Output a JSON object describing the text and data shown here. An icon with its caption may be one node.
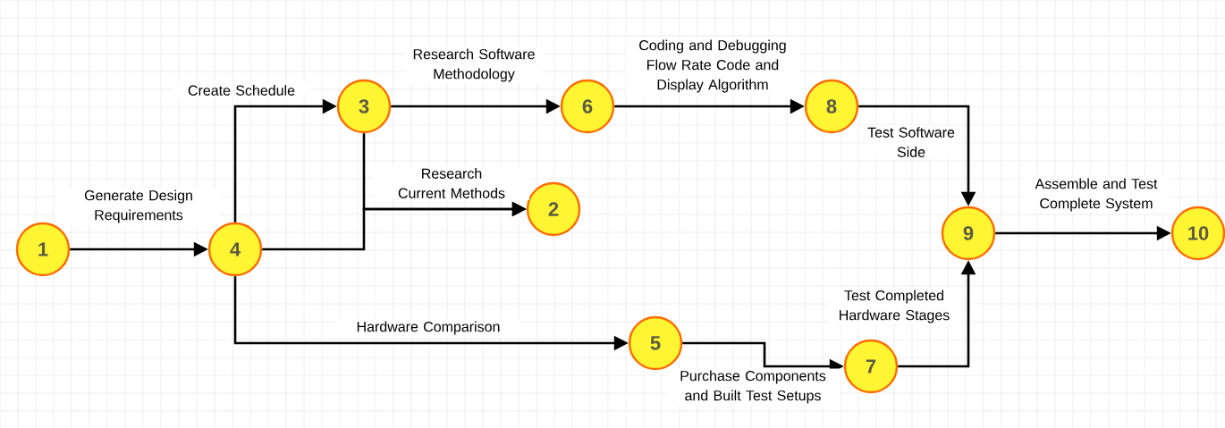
{
  "diagram": {
    "nodes": [
      {
        "text": [
          "1"
        ]
      },
      {
        "text": [
          "2"
        ]
      },
      {
        "text": [
          "3"
        ]
      },
      {
        "text": [
          "4"
        ]
      },
      {
        "text": [
          "5"
        ]
      },
      {
        "text": [
          "6"
        ]
      },
      {
        "text": [
          "7"
        ]
      },
      {
        "text": [
          "8"
        ]
      },
      {
        "text": [
          "9"
        ]
      },
      {
        "text": [
          "10"
        ]
      }
    ],
    "edges": [
      {
        "from": 0,
        "to": 3,
        "arrow": "to",
        "label": "Generate Design Requirements"
      },
      {
        "from": 3,
        "to": 2,
        "arrow": "to",
        "label": "Create Schedule"
      },
      {
        "from": 3,
        "to": 1,
        "arrow": "to",
        "label": "Research Current Methods"
      },
      {
        "from": 2,
        "to": 1,
        "arrow": "to"
      },
      {
        "from": 2,
        "to": 5,
        "arrow": "to",
        "label": "Research Software Methodology"
      },
      {
        "from": 5,
        "to": 7,
        "arrow": "to",
        "label": "Coding and Debugging Flow Rate Code and Display Algorithm"
      },
      {
        "from": 7,
        "to": 8,
        "arrow": "to",
        "label": "Test Software Side"
      },
      {
        "from": 8,
        "to": 9,
        "arrow": "to",
        "label": "Assemble and Test Complete System"
      },
      {
        "from": 3,
        "to": 4,
        "arrow": "to",
        "label": "Hardware Comparison"
      },
      {
        "from": 4,
        "to": 6,
        "arrow": "to",
        "label": "Purchase Components and Built Test Setups"
      },
      {
        "from": 6,
        "to": 8,
        "arrow": "to",
        "label": "Test Completed Hardware Stages"
      }
    ]
  }
}
